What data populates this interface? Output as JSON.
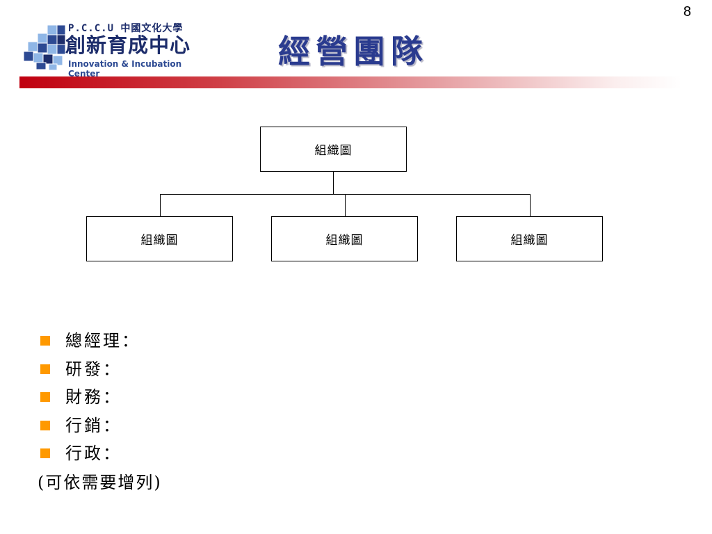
{
  "page_number": "8",
  "logo": {
    "line1": "P.C.C.U 中國文化大學",
    "line2": "創新育成中心",
    "line3": "Innovation & Incubation Center",
    "colors": {
      "navy": "#1d2d6b",
      "blue": "#2d4a93",
      "light_blue": "#8fb6e6"
    }
  },
  "title": "經營團隊",
  "title_color": "#2a3b8f",
  "title_bar_color": "#c0000f",
  "org_chart": {
    "top": "組織圖",
    "children": [
      "組織圖",
      "組織圖",
      "組織圖"
    ]
  },
  "bullets": {
    "marker_color": "#ff9900",
    "items": [
      "總經理：",
      "研發：",
      "財務：",
      "行銷：",
      "行政："
    ]
  },
  "note": "(可依需要增列)"
}
